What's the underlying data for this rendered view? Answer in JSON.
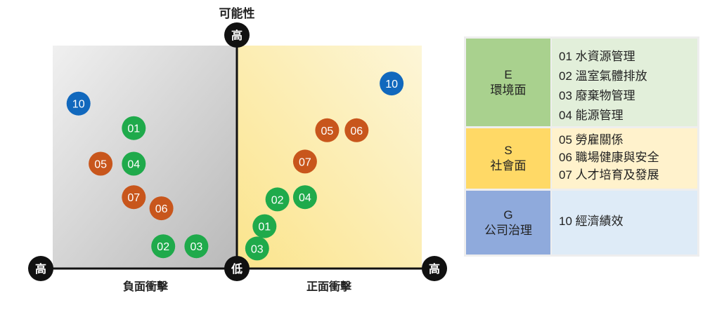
{
  "matrix": {
    "y_axis_title": "可能性",
    "y_top_label": "高",
    "origin_label": "低",
    "x_left_label": "高",
    "x_right_label": "高",
    "left_axis_caption": "負面衝擊",
    "right_axis_caption": "正面衝擊"
  },
  "colors": {
    "E": "#1faa4b",
    "S": "#c8561c",
    "G": "#1168bd",
    "axis": "#111111",
    "left_panel": "#d4d4d4",
    "right_panel": "#fbeeb0"
  },
  "chart_data": {
    "type": "scatter",
    "x_range": [
      -1,
      1
    ],
    "y_range": [
      0,
      1
    ],
    "series": [
      {
        "name": "負面衝擊",
        "points": [
          {
            "label": "10",
            "group": "G",
            "x": -0.86,
            "y": 0.74
          },
          {
            "label": "01",
            "group": "E",
            "x": -0.56,
            "y": 0.63
          },
          {
            "label": "05",
            "group": "S",
            "x": -0.74,
            "y": 0.47
          },
          {
            "label": "04",
            "group": "E",
            "x": -0.56,
            "y": 0.47
          },
          {
            "label": "07",
            "group": "S",
            "x": -0.56,
            "y": 0.32
          },
          {
            "label": "06",
            "group": "S",
            "x": -0.41,
            "y": 0.27
          },
          {
            "label": "02",
            "group": "E",
            "x": -0.4,
            "y": 0.1
          },
          {
            "label": "03",
            "group": "E",
            "x": -0.22,
            "y": 0.1
          }
        ]
      },
      {
        "name": "正面衝擊",
        "points": [
          {
            "label": "10",
            "group": "G",
            "x": 0.84,
            "y": 0.83
          },
          {
            "label": "05",
            "group": "S",
            "x": 0.49,
            "y": 0.62
          },
          {
            "label": "06",
            "group": "S",
            "x": 0.65,
            "y": 0.62
          },
          {
            "label": "07",
            "group": "S",
            "x": 0.37,
            "y": 0.48
          },
          {
            "label": "02",
            "group": "E",
            "x": 0.22,
            "y": 0.31
          },
          {
            "label": "04",
            "group": "E",
            "x": 0.37,
            "y": 0.32
          },
          {
            "label": "01",
            "group": "E",
            "x": 0.15,
            "y": 0.19
          },
          {
            "label": "03",
            "group": "E",
            "x": 0.11,
            "y": 0.09
          }
        ]
      }
    ]
  },
  "legend": [
    {
      "key": "e",
      "code": "E",
      "name": "環境面",
      "color": "#a9d18e",
      "bg": "#e2efda",
      "items": [
        "01 水資源管理",
        "02 溫室氣體排放",
        "03 廢棄物管理",
        "04 能源管理"
      ]
    },
    {
      "key": "s",
      "code": "S",
      "name": "社會面",
      "color": "#ffd966",
      "bg": "#fff2cc",
      "items": [
        "05 勞雇關係",
        "06 職場健康與安全",
        "07 人才培育及發展"
      ]
    },
    {
      "key": "g",
      "code": "G",
      "name": "公司治理",
      "color": "#8faadc",
      "bg": "#deebf7",
      "items": [
        "10 經濟績效"
      ]
    }
  ]
}
